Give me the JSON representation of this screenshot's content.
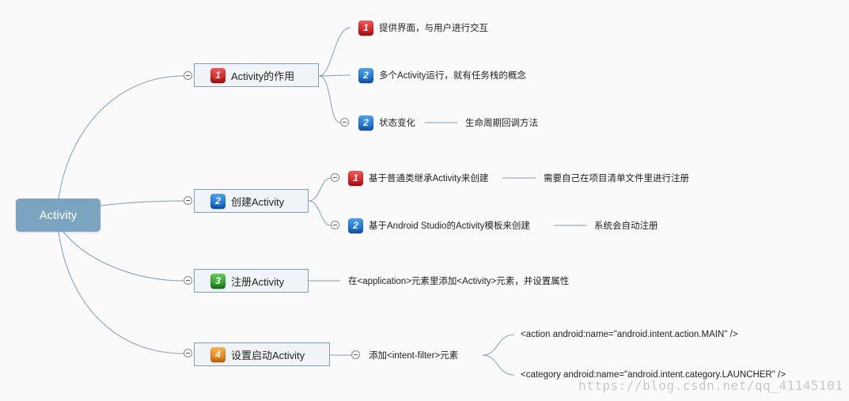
{
  "root": {
    "label": "Activity"
  },
  "branches": [
    {
      "label": "Activity的作用",
      "badge": "1",
      "children": [
        {
          "label": "提供界面，与用户进行交互",
          "badge": "1"
        },
        {
          "label": "多个Activity运行，就有任务栈的概念",
          "badge": "2"
        },
        {
          "label": "状态变化",
          "badge": "2",
          "detail": "生命周期回调方法"
        }
      ]
    },
    {
      "label": "创建Activity",
      "badge": "2",
      "children": [
        {
          "label": "基于普通类继承Activity来创建",
          "badge": "1",
          "detail": "需要自己在项目清单文件里进行注册"
        },
        {
          "label": "基于Android Studio的Activity模板来创建",
          "badge": "2",
          "detail": "系统会自动注册"
        }
      ]
    },
    {
      "label": "注册Activity",
      "badge": "3",
      "children": [
        {
          "label": "在<application>元素里添加<Activity>元素，并设置属性"
        }
      ]
    },
    {
      "label": "设置启动Activity",
      "badge": "4",
      "children": [
        {
          "label": "添加<intent-filter>元素",
          "children": [
            {
              "label": "<action android:name=\"android.intent.action.MAIN\" />"
            },
            {
              "label": "<category android:name=\"android.intent.category.LAUNCHER\" />"
            }
          ]
        }
      ]
    }
  ],
  "watermark": "https://blog.csdn.net/qq_41145101"
}
